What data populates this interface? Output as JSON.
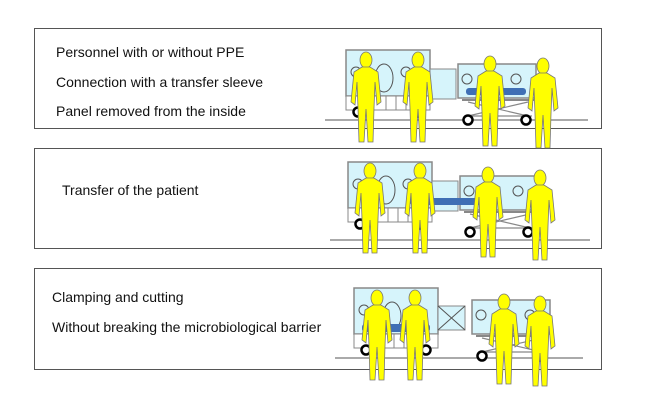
{
  "steps": [
    {
      "lines": [
        "Personnel with or without PPE",
        "Connection with a transfer sleeve",
        "Panel removed from the inside"
      ]
    },
    {
      "lines": [
        "Transfer of the patient"
      ]
    },
    {
      "lines": [
        "Clamping and cutting",
        "Without breaking the microbiological barrier"
      ]
    }
  ],
  "colors": {
    "person": "#ffff00",
    "isolator": "#d6f4fb",
    "patient": "#3f6fb5"
  }
}
